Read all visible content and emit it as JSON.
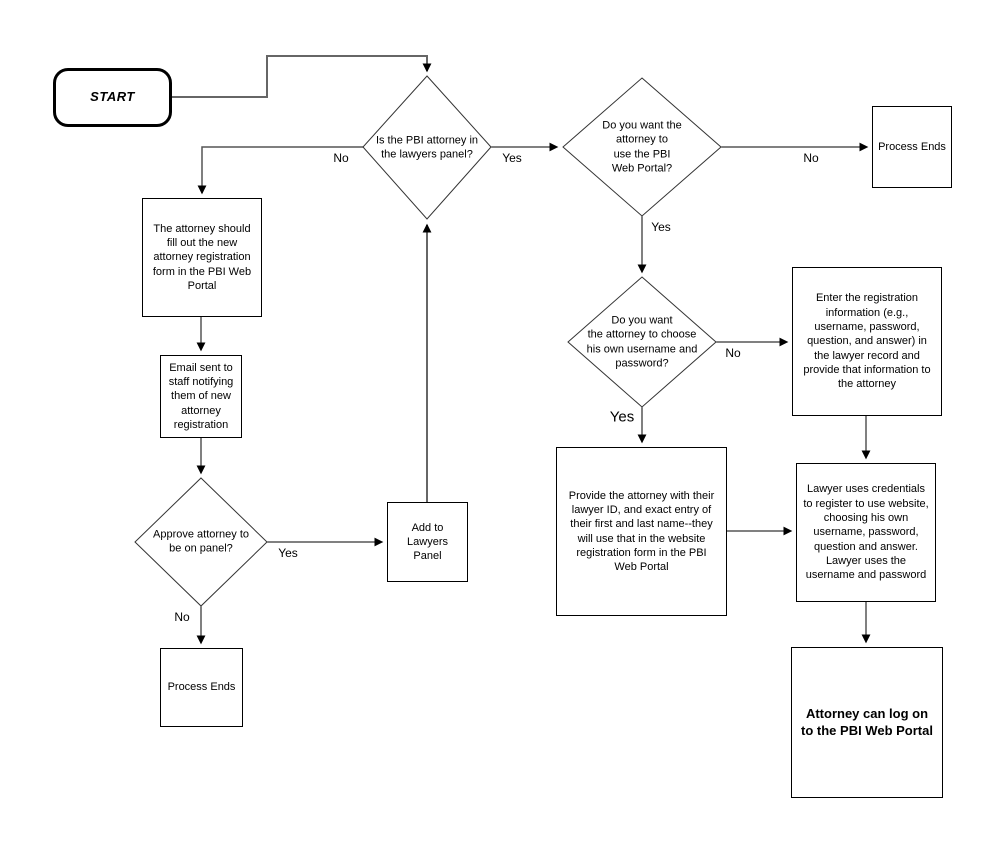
{
  "colors": {
    "background": "#ffffff",
    "node_border": "#000000",
    "line_black": "#000000",
    "line_gray": "#666666",
    "text": "#000000"
  },
  "nodes": {
    "start": {
      "label": "START"
    },
    "decision_in_panel": {
      "label": "Is the PBI attorney in\nthe lawyers panel?"
    },
    "decision_use_portal": {
      "label": "Do you want the\nattorney to\nuse the PBI\nWeb Portal?"
    },
    "process_ends_top": {
      "label": "Process Ends"
    },
    "fill_registration_form": {
      "label": "The attorney should\nfill out the new\nattorney registration\nform in the PBI Web\nPortal"
    },
    "email_staff": {
      "label": "Email sent to\nstaff notifying\nthem of new\nattorney\nregistration"
    },
    "decision_approve": {
      "label": "Approve attorney to\nbe on panel?"
    },
    "process_ends_bottom": {
      "label": "Process Ends"
    },
    "add_to_panel": {
      "label": "Add to\nLawyers\nPanel"
    },
    "decision_choose_credentials": {
      "label": "Do you want\nthe attorney to choose\nhis own username and\npassword?"
    },
    "enter_registration_info": {
      "label": "Enter the registration\ninformation (e.g.,\nusername, password,\nquestion, and answer) in\nthe lawyer record and\nprovide that information to\nthe attorney"
    },
    "provide_lawyer_id": {
      "label": "Provide the attorney with their\nlawyer ID, and exact entry of\ntheir first and last name--they\nwill use that in the website\nregistration form in the PBI\nWeb Portal"
    },
    "lawyer_uses_credentials": {
      "label": "Lawyer uses credentials\nto register to use website,\nchoosing his own\nusername, password,\nquestion and answer.\nLawyer uses the\nusername and password"
    },
    "attorney_log_on": {
      "label": "Attorney can log on\nto the PBI Web Portal"
    }
  },
  "edge_labels": {
    "in_panel_no": "No",
    "in_panel_yes": "Yes",
    "use_portal_no": "No",
    "use_portal_yes": "Yes",
    "approve_yes": "Yes",
    "approve_no": "No",
    "choose_no": "No",
    "choose_yes": "Yes"
  }
}
